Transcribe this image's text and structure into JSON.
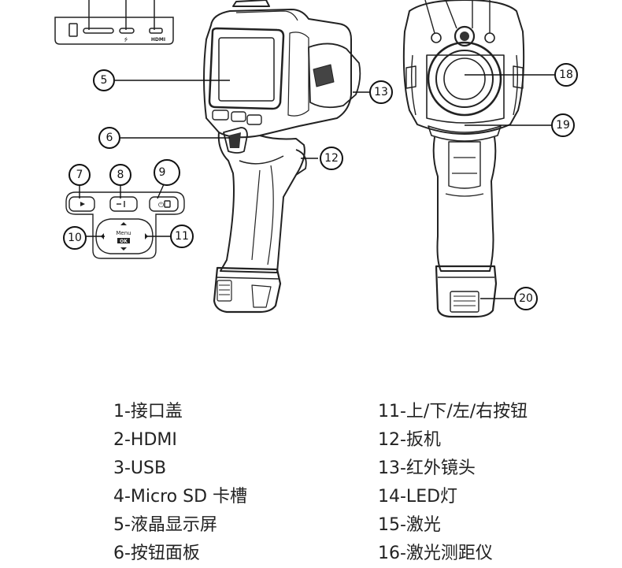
{
  "callouts": {
    "c5": "5",
    "c6": "6",
    "c7": "7",
    "c8": "8",
    "c9": "9",
    "c10": "10",
    "c11": "11",
    "c12": "12",
    "c13": "13",
    "c18": "18",
    "c19": "19",
    "c20": "20"
  },
  "panel": {
    "hdmi_label": "HDMI",
    "menu_label": "Menu",
    "ok_label": "OK"
  },
  "legend": {
    "left": [
      "1-接口盖",
      "2-HDMI",
      "3-USB",
      "4-Micro SD 卡槽",
      "5-液晶显示屏",
      "6-按钮面板"
    ],
    "right": [
      "11-上/下/左/右按钮",
      "12-扳机",
      "13-红外镜头",
      "14-LED灯",
      "15-激光",
      "16-激光测距仪"
    ]
  }
}
